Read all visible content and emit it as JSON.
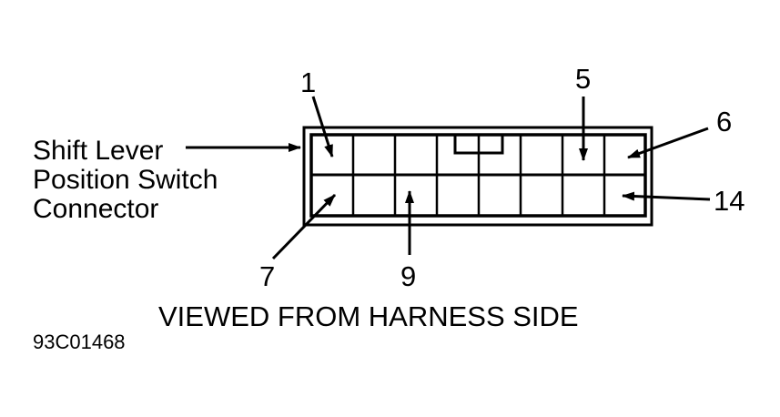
{
  "connector_label": {
    "line1": "Shift Lever",
    "line2": "Position Switch",
    "line3": "Connector"
  },
  "pins": {
    "pin_1": "1",
    "pin_5": "5",
    "pin_6": "6",
    "pin_7": "7",
    "pin_9": "9",
    "pin_14": "14"
  },
  "caption": "VIEWED FROM HARNESS SIDE",
  "figure_code": "93C01468"
}
